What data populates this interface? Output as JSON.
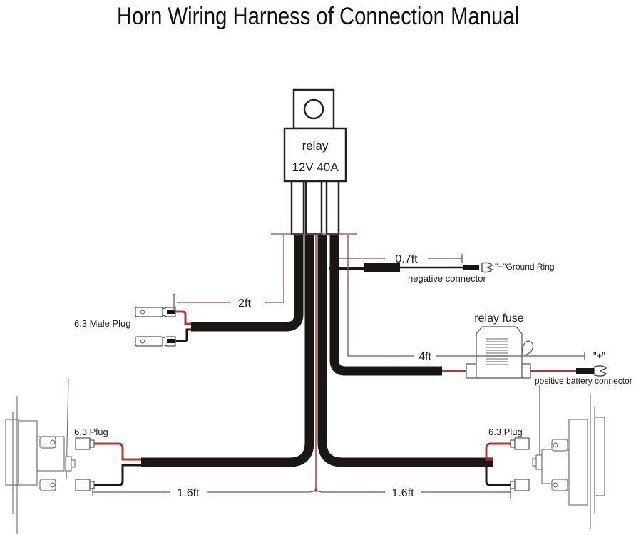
{
  "title": "Horn Wiring Harness of Connection Manual",
  "colors": {
    "wire_black": "#1a1614",
    "wire_red": "#a83a3a",
    "dimension_line": "#8a4a4a",
    "outline": "#555555",
    "text": "#222222"
  },
  "relay": {
    "label": "relay",
    "rating": "12V 40A"
  },
  "labels": {
    "male_plug": "6.3 Male Plug",
    "plug_left": "6.3 Plug",
    "plug_right": "6.3 Plug",
    "negative_connector": "negative connector",
    "ground_ring": "\"−\"Ground Ring",
    "relay_fuse": "relay fuse",
    "positive_symbol": "\"+\"",
    "positive_connector": "positive battery connector"
  },
  "dimensions": {
    "ground_length": "0.7ft",
    "switch_length": "2ft",
    "battery_length": "4ft",
    "left_horn_length": "1.6ft",
    "right_horn_length": "1.6ft"
  }
}
